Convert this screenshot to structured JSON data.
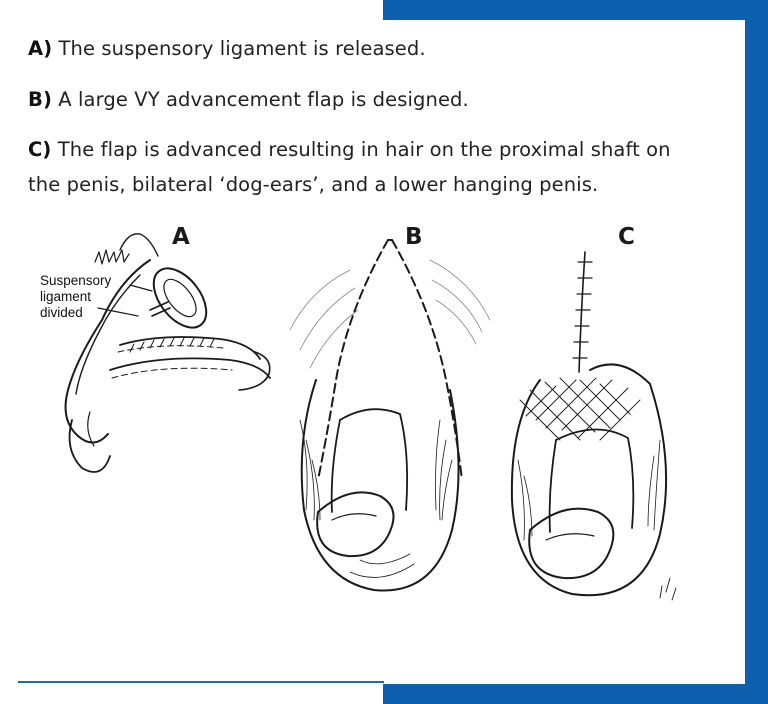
{
  "captions": {
    "a_prefix": "A)",
    "a_text": "The suspensory ligament is released.",
    "b_prefix": "B)",
    "b_text": "A large VY advancement flap is designed.",
    "c_prefix": "C)",
    "c_text_line1": "The flap is advanced resulting in hair on the proximal shaft on",
    "c_text_line2": "the penis, bilateral ‘dog-ears’, and a lower hanging penis."
  },
  "panels": {
    "a_label": "A",
    "b_label": "B",
    "c_label": "C"
  },
  "annotation": {
    "line1": "Suspensory",
    "line2": "ligament",
    "line3": "divided"
  },
  "colors": {
    "frame_blue": "#0e5fae",
    "ink": "#1a1a1a"
  }
}
